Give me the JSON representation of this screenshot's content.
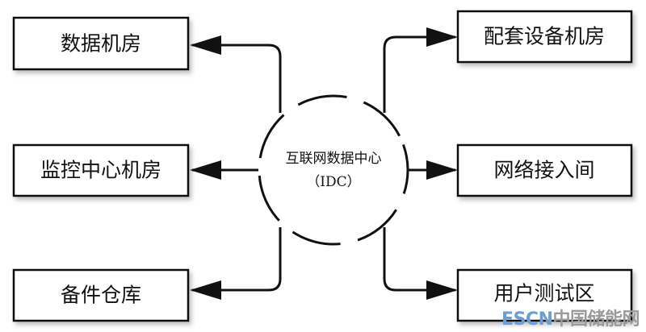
{
  "center": {
    "title": "互联网数据中心",
    "subtitle": "（IDC）"
  },
  "nodes": {
    "left": [
      "数据机房",
      "监控中心机房",
      "备件仓库"
    ],
    "right": [
      "配套设备机房",
      "网络接入间",
      "用户测试区"
    ]
  },
  "watermark": {
    "brand": "ESCN",
    "name": "中国储能网"
  },
  "colors": {
    "stroke": "#111111",
    "watermark_brand": "#6b9fd4",
    "watermark_name": "#9a9a9a"
  }
}
